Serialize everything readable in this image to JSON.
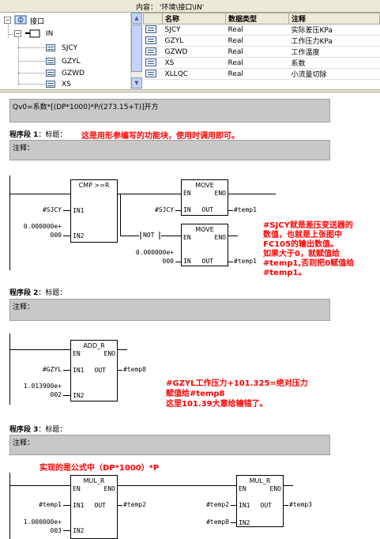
{
  "header": {
    "path": "内容： '环境\\接口\\IN'"
  },
  "tree": {
    "root_label": "接口",
    "root_expander": "−",
    "in_label": "IN",
    "in_expander": "−",
    "items": [
      "SJCY",
      "GZYL",
      "GZWD",
      "XS"
    ]
  },
  "table": {
    "columns": [
      "名称",
      "数据类型",
      "注释"
    ],
    "rows": [
      {
        "name": "SJCY",
        "type": "Real",
        "comment": "实际差压KPa"
      },
      {
        "name": "GZYL",
        "type": "Real",
        "comment": "工作压力KPa"
      },
      {
        "name": "GZWD",
        "type": "Real",
        "comment": "工作温度"
      },
      {
        "name": "XS",
        "type": "Real",
        "comment": "系数"
      },
      {
        "name": "XLLQC",
        "type": "Real",
        "comment": "小流量切除"
      }
    ]
  },
  "formula_box": "Qv0=系数*[(DP*1000)*P/(273.15+T)]开方",
  "network1": {
    "title_prefix": "程序段 1",
    "title_suffix": "：标题：",
    "note": "这是用形参编写的功能块，使用时调用即可。",
    "comment": "注释：",
    "cmp_name": "CMP >=R",
    "cmp_in1": "#SJCY",
    "cmp_in2_line1": "0.000000e+",
    "cmp_in2_line2": "000",
    "move1_name": "MOVE",
    "move1_in": "#SJCY",
    "move1_out": "#temp1",
    "not_label": "NOT",
    "move2_name": "MOVE",
    "move2_in_line1": "0.000000e+",
    "move2_in_line2": "000",
    "move2_out": "#temp1",
    "side_note": [
      "#SJCY就是差压变送器的",
      "数值，也就是上张图中",
      "FC105的输出数值。",
      "如果大于0，就赋值给",
      "#temp1,否则把0赋值给",
      "#temp1。"
    ]
  },
  "network2": {
    "title_prefix": "程序段 2",
    "title_suffix": "：标题：",
    "comment": "注释：",
    "add_name": "ADD_R",
    "add_in1": "#GZYL",
    "add_in2_line1": "1.013900e+",
    "add_in2_line2": "002",
    "add_out": "#temp8",
    "side_note": [
      "#GZYL工作压力+101.325=绝对压力",
      "赋值给#temp8",
      "这里101.39大意给输错了。"
    ]
  },
  "network3": {
    "title_prefix": "程序段 3",
    "title_suffix": "：标题：",
    "comment": "注释：",
    "note": "实现的是公式中（DP*1000）*P",
    "mul1_name": "MUL_R",
    "mul1_in1": "#temp1",
    "mul1_in2_line1": "1.000000e+",
    "mul1_in2_line2": "003",
    "mul1_out": "#temp2",
    "mul2_name": "MUL_R",
    "mul2_in1": "#temp2",
    "mul2_in2": "#temp8",
    "mul2_out": "#temp3"
  },
  "pins": {
    "en": "EN",
    "eno": "ENO",
    "in": "IN",
    "in1": "IN1",
    "in2": "IN2",
    "out": "OUT"
  },
  "colors": {
    "note_red": "#ff0000",
    "grey_box": "#c8c8c8",
    "chrome": "#ece9d8"
  }
}
